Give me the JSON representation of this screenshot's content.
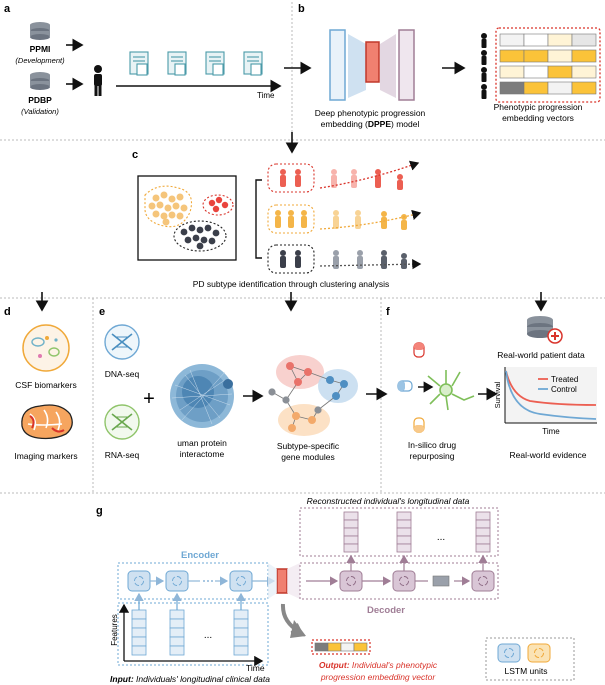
{
  "panels": {
    "a": "a",
    "b": "b",
    "c": "c",
    "d": "d",
    "e": "e",
    "f": "f",
    "g": "g"
  },
  "panel_a": {
    "ppmi": "PPMI",
    "ppmi_sub": "(Development)",
    "pdbp": "PDBP",
    "pdbp_sub": "(Validation)",
    "time_label": "Time"
  },
  "panel_b": {
    "model_line1": "Deep phenotypic progression",
    "model_line2_pre": "embedding (",
    "model_line2_bold": "DPPE",
    "model_line2_post": ") model",
    "vectors_line1": "Phenotypic  progression",
    "vectors_line2": "embedding vectors"
  },
  "panel_c": {
    "caption": "PD subtype identification through clustering analysis"
  },
  "panel_d": {
    "csf": "CSF biomarkers",
    "imaging": "Imaging markers"
  },
  "panel_e": {
    "dna": "DNA-seq",
    "rna": "RNA-seq",
    "plus": "+",
    "interactome_line1": "uman protein",
    "interactome_line2": "interactome",
    "modules_line1": "Subtype-specific",
    "modules_line2": "gene modules"
  },
  "panel_f": {
    "drug_line1": "In-silico drug",
    "drug_line2": "repurposing",
    "rw_data": "Real-world patient data",
    "legend_treated": "Treated",
    "legend_control": "Control",
    "ylabel": "Survival",
    "xlabel": "Time",
    "rw_evidence": "Real-world evidence"
  },
  "panel_g": {
    "reconstructed": "Reconstructed individual's longitudinal data",
    "encoder": "Encoder",
    "decoder": "Decoder",
    "features": "Features",
    "time": "Time",
    "ellipsis": "...",
    "input_bold": "Input:",
    "input_rest": " Individuals' longitudinal clinical data",
    "output_bold": "Output:",
    "output_rest": " Individual's phenotypic",
    "output_line2": "progression embedding vector",
    "lstm": "LSTM units"
  },
  "colors": {
    "encoder_blue": "#6fa8d4",
    "decoder_mauve": "#a07e96",
    "red": "#d9342b",
    "orange": "#f0a93a",
    "dark": "#3b3f4a",
    "salmon": "#f4847a",
    "yellow": "#fbc339"
  }
}
